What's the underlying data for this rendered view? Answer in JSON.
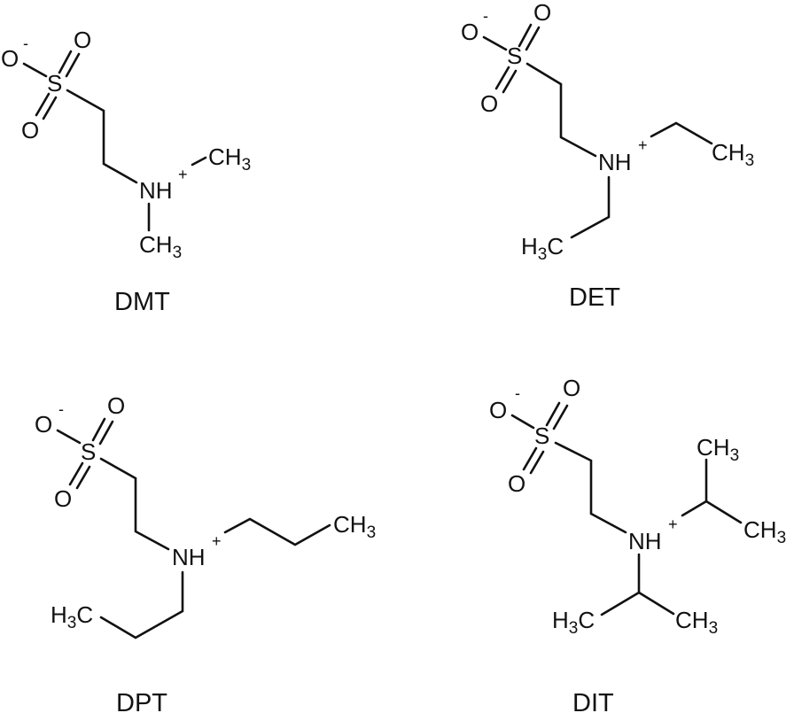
{
  "figure": {
    "molecules": [
      {
        "id": "dmt",
        "name": "DMT",
        "atoms": {
          "o_minus": "O",
          "minus": "-",
          "o_top": "O",
          "s": "S",
          "o_bottom": "O",
          "nh": "NH",
          "plus": "+",
          "r1": {
            "c": "CH",
            "sub": "3"
          },
          "r2": {
            "c": "CH",
            "sub": "3"
          }
        }
      },
      {
        "id": "det",
        "name": "DET",
        "atoms": {
          "o_minus": "O",
          "minus": "-",
          "o_top": "O",
          "s": "S",
          "o_bottom": "O",
          "nh": "NH",
          "plus": "+",
          "r1": {
            "c": "CH",
            "sub": "3"
          },
          "r2": {
            "h": "H",
            "sub": "3",
            "c": "C"
          }
        }
      },
      {
        "id": "dpt",
        "name": "DPT",
        "atoms": {
          "o_minus": "O",
          "minus": "-",
          "o_top": "O",
          "s": "S",
          "o_bottom": "O",
          "nh": "NH",
          "plus": "+",
          "r1": {
            "c": "CH",
            "sub": "3"
          },
          "r2": {
            "h": "H",
            "sub": "3",
            "c": "C"
          }
        }
      },
      {
        "id": "dit",
        "name": "DIT",
        "atoms": {
          "o_minus": "O",
          "minus": "-",
          "o_top": "O",
          "s": "S",
          "o_bottom": "O",
          "nh": "NH",
          "plus": "+",
          "r1a": {
            "c": "CH",
            "sub": "3"
          },
          "r1b": {
            "c": "CH",
            "sub": "3"
          },
          "r2a": {
            "h": "H",
            "sub": "3",
            "c": "C"
          },
          "r2b": {
            "c": "CH",
            "sub": "3"
          }
        }
      }
    ]
  }
}
